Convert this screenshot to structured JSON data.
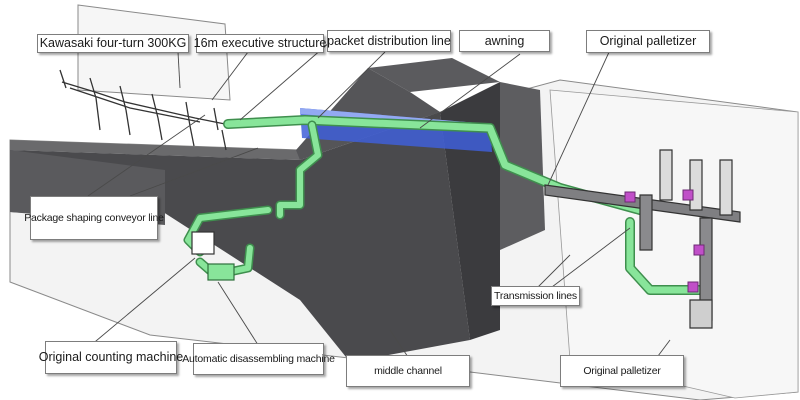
{
  "labels": {
    "kawasaki": "Kawasaki four-turn 300KG",
    "executive": "16m executive structure",
    "distribution": "packet distribution line",
    "awning": "awning",
    "palletizer_top": "Original palletizer",
    "shaping": "Package shaping conveyor line",
    "transmission": "Transmission lines",
    "counting": "Original counting machine",
    "disassembling": "Automatic disassembling machine",
    "middle_channel": "middle channel",
    "palletizer_bottom": "Original palletizer"
  },
  "colors": {
    "conveyor": "#88e59a",
    "conveyor_edge": "#3f8f4e",
    "awning": "#3f5fd8",
    "wall": "#4a4a4d",
    "floor": "#f4f4f4",
    "robot_accent": "#c04fc8"
  }
}
